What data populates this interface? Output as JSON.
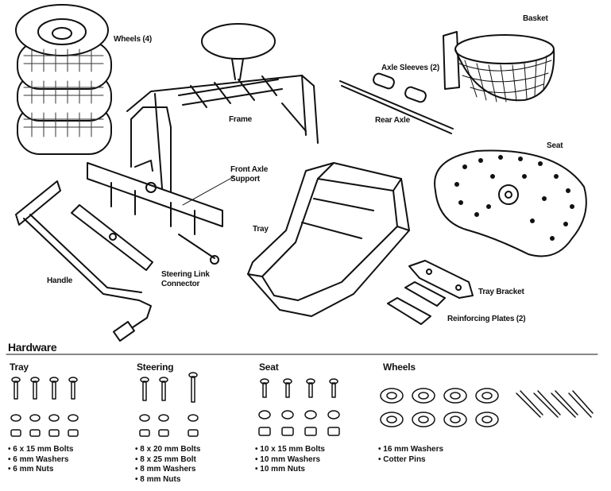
{
  "labels": {
    "wheels": "Wheels (4)",
    "basket": "Basket",
    "axle_sleeves": "Axle Sleeves (2)",
    "rear_axle": "Rear Axle",
    "frame": "Frame",
    "seat": "Seat",
    "front_axle_support": [
      "Front Axle",
      "Support"
    ],
    "tray": "Tray",
    "handle": "Handle",
    "steering_link_connector": [
      "Steering Link",
      "Connector"
    ],
    "tray_bracket": "Tray Bracket",
    "reinforcing_plates": "Reinforcing Plates (2)"
  },
  "hardware": {
    "title": "Hardware",
    "groups": [
      {
        "name": "Tray",
        "items": [
          "6 x 15 mm Bolts",
          "6 mm Washers",
          "6 mm Nuts"
        ]
      },
      {
        "name": "Steering",
        "items": [
          "8 x 20 mm Bolts",
          "8 x 25 mm Bolt",
          "8 mm Washers",
          "8 mm Nuts"
        ]
      },
      {
        "name": "Seat",
        "items": [
          "10 x 15 mm Bolts",
          "10 mm Washers",
          "10 mm Nuts"
        ]
      },
      {
        "name": "Wheels",
        "items": [
          "16 mm Washers",
          "Cotter Pins"
        ]
      }
    ]
  }
}
